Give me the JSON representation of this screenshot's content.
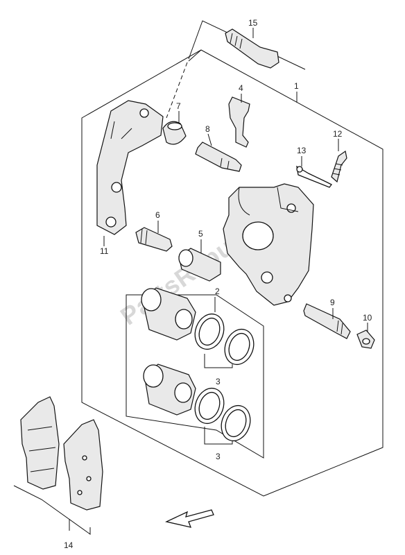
{
  "watermark": "PartsRepublik",
  "colors": {
    "line": "#111111",
    "background": "#ffffff",
    "watermark": "#d8d8d8"
  },
  "callouts": {
    "c1": "1",
    "c2": "2",
    "c3a": "3",
    "c3b": "3",
    "c4": "4",
    "c5": "5",
    "c6": "6",
    "c7": "7",
    "c8": "8",
    "c9": "9",
    "c10": "10",
    "c11": "11",
    "c12": "12",
    "c13": "13",
    "c14": "14",
    "c15": "15"
  },
  "icons": {
    "direction_arrow": "front-arrow-icon"
  }
}
